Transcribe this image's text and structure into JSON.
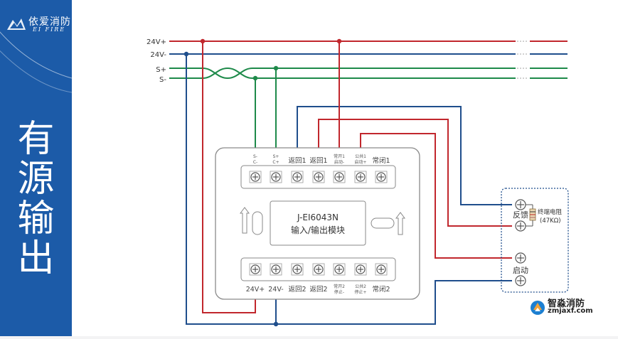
{
  "brand": {
    "name_cn": "依爱消防",
    "name_en": "EI FIRE",
    "logo_text": "依爱"
  },
  "sidebar": {
    "title_chars": [
      "有",
      "源",
      "输",
      "出"
    ]
  },
  "bus": {
    "labels": [
      "24V+",
      "24V-",
      "S+",
      "S-"
    ]
  },
  "module": {
    "model": "J-EI6043N",
    "name": "输入/输出模块",
    "top_labels": [
      {
        "line1": "S-",
        "line2": "C-"
      },
      {
        "line1": "S+",
        "line2": "C+"
      },
      {
        "line1": "返回1",
        "line2": ""
      },
      {
        "line1": "返回1",
        "line2": ""
      },
      {
        "line1": "常开1",
        "line2": "启动-"
      },
      {
        "line1": "公共1",
        "line2": "启动+"
      },
      {
        "line1": "常闭1",
        "line2": ""
      }
    ],
    "bottom_labels": [
      {
        "line1": "24V+",
        "line2": ""
      },
      {
        "line1": "24V-",
        "line2": ""
      },
      {
        "line1": "返回2",
        "line2": ""
      },
      {
        "line1": "返回2",
        "line2": ""
      },
      {
        "line1": "常开2",
        "line2": "停止-"
      },
      {
        "line1": "公共2",
        "line2": "停止+"
      },
      {
        "line1": "常闭2",
        "line2": ""
      }
    ]
  },
  "external": {
    "feedback_label": "反馈",
    "resistor_label": "终端电阻",
    "resistor_value": "(47KΩ)",
    "start_label": "启动"
  },
  "watermark": {
    "name_cn": "智淼消防",
    "url": "zmjaxf.com"
  },
  "colors": {
    "sidebar": "#1c5ba8",
    "wire_red": "#c1272d",
    "wire_blue": "#1f4e8c",
    "wire_green": "#1e8a4a",
    "terminal": "#707070"
  }
}
